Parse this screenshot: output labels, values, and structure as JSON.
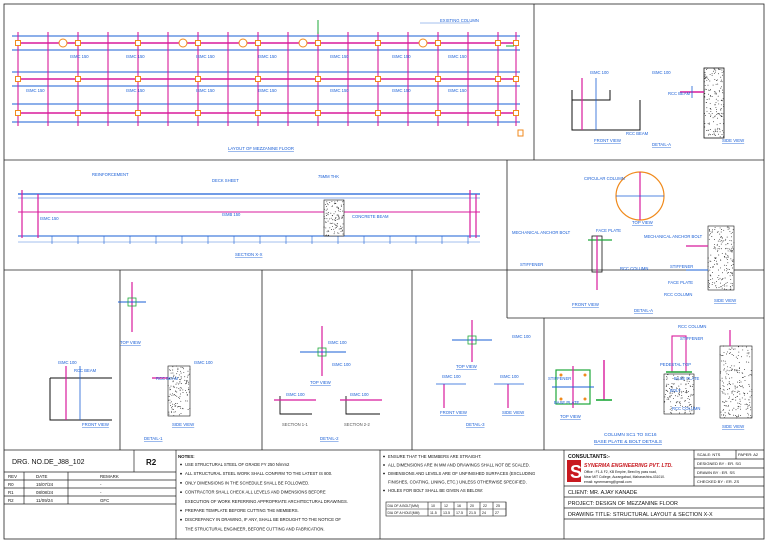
{
  "views": {
    "layout_title": "LAYOUT OF MEZZANINE FLOOR",
    "existing_column": "EXISTING COLUMN",
    "detail_a_title": "DETAIL-A",
    "section_xx_title": "SECTION X-X",
    "detail_1_title": "DETAIL-1",
    "detail_2_title": "DETAIL-2",
    "detail_3_title": "DETAIL-3",
    "base_plate_title_1": "COLUMN SC1 TO SC16",
    "base_plate_title_2": "BASE PLATE & BOLT DETAILS",
    "front_view": "FRONT VIEW",
    "side_view": "SIDE VIEW",
    "top_view": "TOP VIEW",
    "section_1_1": "SECTION 1-1",
    "section_2_2": "SECTION 2-2",
    "rcc_beam": "RCC BEAM",
    "rcc_column": "RCC COLUMN",
    "ismc_100": "ISMC 100",
    "ismb_150": "ISMB 150",
    "ismc_150": "ISMC 150",
    "deck_sheet": "DECK SHEET",
    "concrete_beam": "CONCRETE BEAM",
    "circular_column": "CIRCULAR COLUMN",
    "mech_anchor": "MECHANICAL ANCHOR BOLT",
    "face_plate": "FACE PLATE",
    "stiffener": "STIFFENER",
    "reinforcement": "REINFORCEMENT",
    "thk_75": "75MM THK",
    "base_plate": "BASE PLATE",
    "pedestal": "PEDESTAL TOP",
    "bolt": "BOLT"
  },
  "title_block": {
    "drg_no_label": "DRG. NO.",
    "drg_no": "DE_J88_102",
    "revision": "R2",
    "rev_header": [
      "REV",
      "DATE",
      "REMARK"
    ],
    "revisions": [
      {
        "rev": "R0",
        "date": "15/07/24",
        "remark": "-"
      },
      {
        "rev": "R1",
        "date": "08/08/24",
        "remark": "-"
      },
      {
        "rev": "R2",
        "date": "11/09/24",
        "remark": "GFC"
      }
    ],
    "notes_title": "NOTES:",
    "notes": [
      "USE STRUCTURAL STEEL OF GRADE FY 250 N/mm2",
      "ALL STRUCTURAL STEEL WORK SHALL CONFIRM TO THE LATEST IS 800.",
      "ONLY DIMENSIONS IN THE SCHEDULE SHALL BE FOLLOWED.",
      "CONTRACTOR SHALL CHECK ALL LEVELS AND DIMENSIONS BEFORE",
      "EXECUTION OF WORK REFERRING APPROPRIATE ARCHITECTURAL DRAWINGS.",
      "PREPARE TEMPLATE BEFORE CUTTING THE MEMBERS.",
      "DISCREPANCY IN DRAWING, IF ANY, SHALL BE BROUGHT TO THE NOTICE OF",
      "THE STRUCTURAL ENGINEER, BEFORE CUTTING AND FABRICATION."
    ],
    "notes2": [
      "ENSURE THAT THE MEMBERS ARE STRAIGHT.",
      "ALL DIMENSIONS ARE IN MM AND DRAWINGS SHALL NOT BE SCALED.",
      "DIMENSIONS AND LEVELS ARE OF UNFINISHED SURFACES (EXCLUDING",
      "FINISHES, COATING, LINING, ETC.) UNLESS OTHERWISE SPECIFIED.",
      "HOLES FOR BOLT SHALL BE GIVEN AS BELOW:"
    ],
    "bolt_table": {
      "row1_label": "DIA OF A BOLT(MM)",
      "row1": [
        "10",
        "12",
        "16",
        "20",
        "22",
        "25"
      ],
      "row2_label": "DIA OF A HOLE(MM)",
      "row2": [
        "11.5",
        "13.5",
        "17.5",
        "21.5",
        "24",
        "27"
      ]
    },
    "consultants_label": "CONSULTANTS:-",
    "firm_name": "SYNERMA ENGINEERING PVT. LTD.",
    "firm_addr_1": "Office : F1 & F2, KB Empire, Beed by pass road,",
    "firm_addr_2": "Near MIT College, Aurangabad, Maharashtra-431010.",
    "firm_addr_3": "email: synermaeng@gmail.com",
    "scale": "SCALE: NTS",
    "paper": "PAPER: A2",
    "designed_by": "DESIGNED BY : ER. SG",
    "drawn_by": "DRAWN BY : ER. SS",
    "checked_by": "CHECKED BY : ER. ZS",
    "client": "CLIENT:  MR. AJAY KANADE",
    "project": "PROJECT: DESIGN OF MEZZANINE FLOOR",
    "drawing_title": "DRAWING TITLE: STRUCTURAL LAYOUT & SECTION X-X"
  },
  "colors": {
    "blue": "#1a5fd6",
    "magenta": "#d81b9c",
    "orange": "#f08a1c",
    "green": "#1ea83a",
    "cyan": "#1fb8c9",
    "red": "#e02020"
  }
}
